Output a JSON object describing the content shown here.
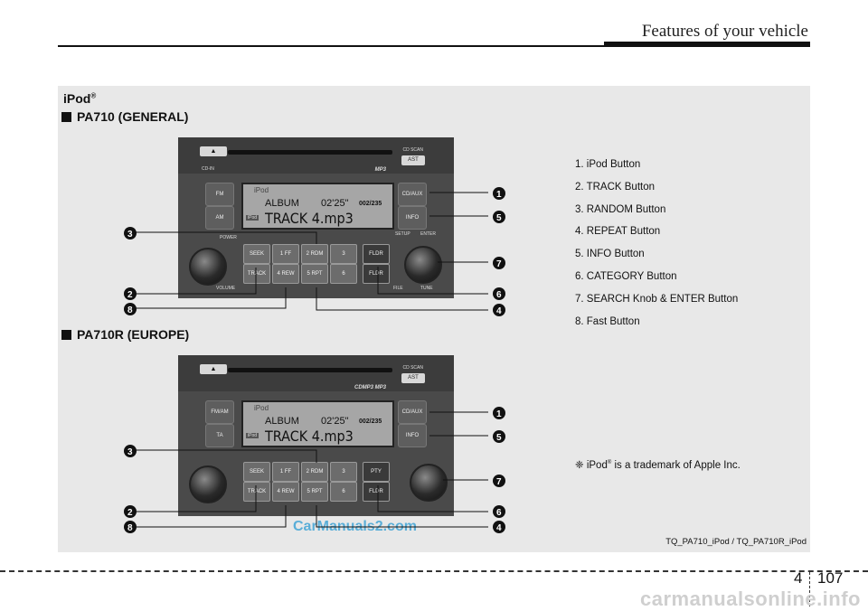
{
  "header": {
    "title": "Features of your vehicle"
  },
  "panel": {
    "title": "iPod",
    "title_sup": "®",
    "section1": "PA710 (GENERAL)",
    "section2": "PA710R (EUROPE)"
  },
  "unit1": {
    "eject": "▲",
    "cd_scan": "CD SCAN",
    "ast": "AST",
    "cdin": "CD-IN",
    "mp3": "MP3",
    "fm": "FM",
    "am": "AM",
    "cd_aux": "CD/AUX",
    "info": "INFO",
    "power": "POWER",
    "volume": "VOLUME",
    "setup": "SETUP",
    "enter": "ENTER",
    "file": "FILE",
    "tune": "TUNE",
    "seek": "SEEK",
    "track": "TRACK",
    "ff": "1 FF",
    "rew": "4 REW",
    "rdm": "2 RDM",
    "rpt": "5 RPT",
    "b3": "3",
    "b6": "6",
    "fldr_up": "FLDR",
    "fldr_dn": "FLDR",
    "disp_ipod": "iPod",
    "disp_album": "ALBUM",
    "disp_time": "02'25\"",
    "disp_count": "002/235",
    "disp_track": "TRACK 4.mp3",
    "disp_tag": "iPod"
  },
  "unit2": {
    "eject": "▲",
    "cd_scan": "CD SCAN",
    "ast": "AST",
    "mp3": "CDMP3 MP3",
    "fm": "FM/AM",
    "ta": "TA",
    "cd_aux": "CD/AUX",
    "info": "INFO",
    "seek": "SEEK",
    "track": "TRACK",
    "ff": "1 FF",
    "rew": "4 REW",
    "rdm": "2 RDM",
    "rpt": "5 RPT",
    "b3": "3",
    "b6": "6",
    "pty": "PTY",
    "fldr": "FLDR",
    "disp_ipod": "iPod",
    "disp_album": "ALBUM",
    "disp_time": "02'25\"",
    "disp_count": "002/235",
    "disp_track": "TRACK 4.mp3",
    "disp_tag": "iPod"
  },
  "legend": [
    "1. iPod Button",
    "2. TRACK Button",
    "3. RANDOM Button",
    "4. REPEAT Button",
    "5. INFO Button",
    "6. CATEGORY Button",
    "7. SEARCH Knob & ENTER Button",
    "8. Fast Button"
  ],
  "note": {
    "prefix": "❈ iPod",
    "sup": "®",
    "rest": " is a trademark of Apple Inc."
  },
  "code": "TQ_PA710_iPod / TQ_PA710R_iPod",
  "watermark": "CarManuals2.com",
  "footer": {
    "chapter": "4",
    "page": "107",
    "site": "carmanualsonline.info"
  },
  "callouts": {
    "n1": "1",
    "n2": "2",
    "n3": "3",
    "n4": "4",
    "n5": "5",
    "n6": "6",
    "n7": "7",
    "n8": "8"
  }
}
